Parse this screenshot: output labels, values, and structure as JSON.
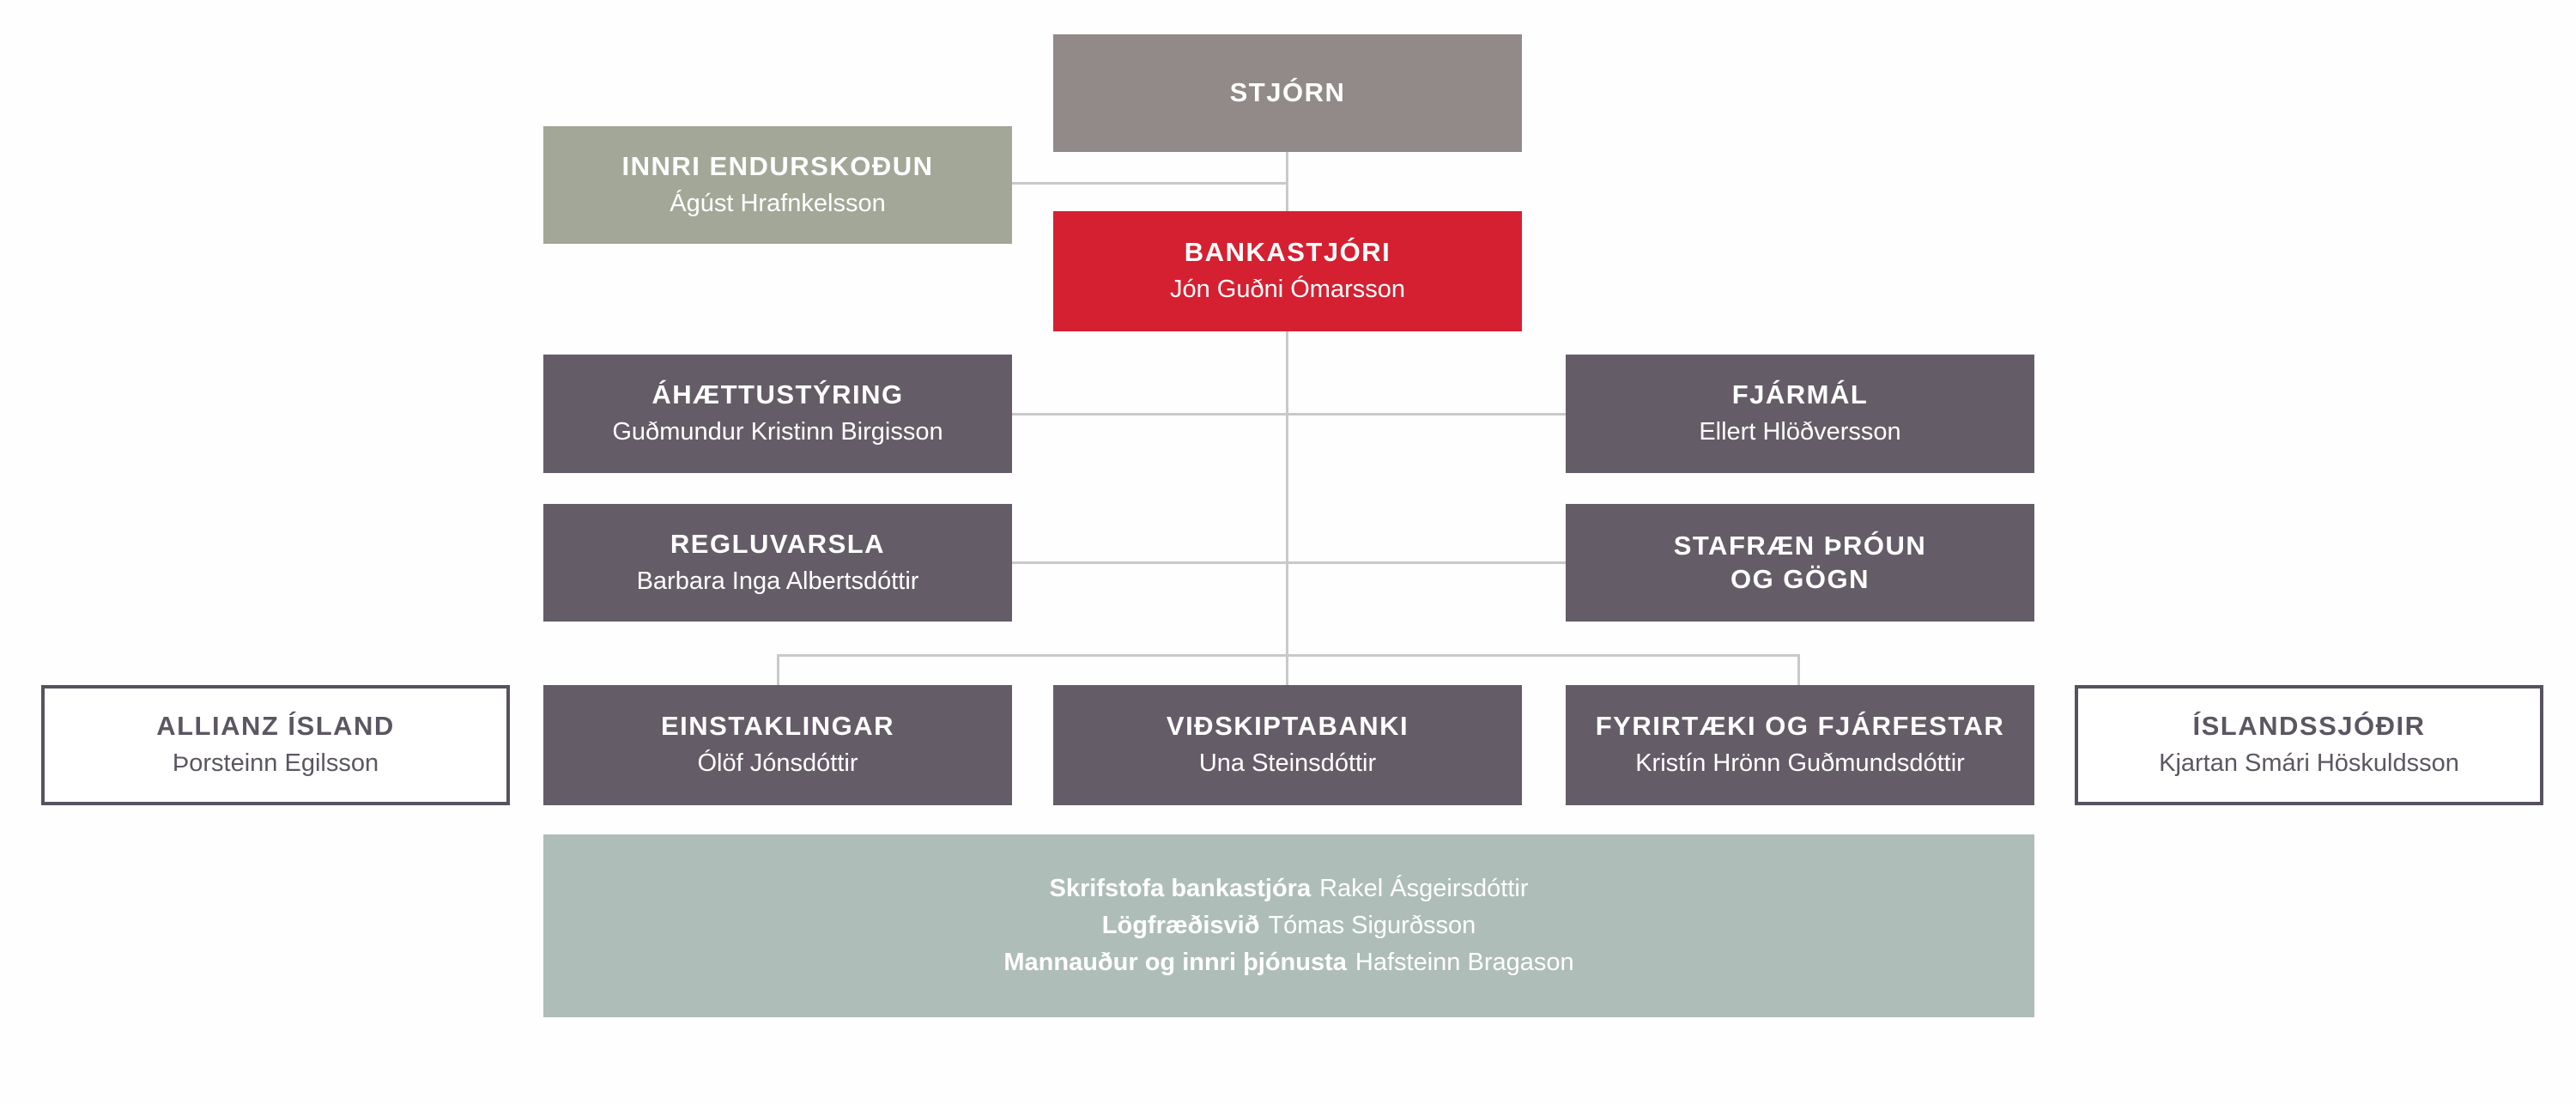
{
  "palette": {
    "board_gray": "#918a88",
    "ceo_red": "#d52031",
    "division_purple": "#645c67",
    "internal_audit_olive": "#a3a798",
    "support_mint": "#aebdb7",
    "outlined_box_border": "#57525e",
    "outlined_box_text": "#5c5662",
    "connector_gray": "#c9c9c9",
    "background": "#fefefe",
    "box_text_white": "#ffffff"
  },
  "org": {
    "stjorn": {
      "title": "STJÓRN"
    },
    "innri": {
      "title": "INNRI ENDURSKOÐUN",
      "name": "Ágúst Hrafnkelsson"
    },
    "bankastjori": {
      "title": "BANKASTJÓRI",
      "name": "Jón Guðni Ómarsson"
    },
    "ahaetta": {
      "title": "ÁHÆTTUSTÝRING",
      "name": "Guðmundur Kristinn Birgisson"
    },
    "fjarmal": {
      "title": "FJÁRMÁL",
      "name": "Ellert Hlöðversson"
    },
    "regluvarsla": {
      "title": "REGLUVARSLA",
      "name": "Barbara Inga Albertsdóttir"
    },
    "stafraen": {
      "title": "STAFRÆN ÞRÓUN\nOG GÖGN"
    },
    "allianz": {
      "title": "ALLIANZ ÍSLAND",
      "name": "Þorsteinn Egilsson"
    },
    "einstaklingar": {
      "title": "EINSTAKLINGAR",
      "name": "Ólöf Jónsdóttir"
    },
    "vidskipta": {
      "title": "VIÐSKIPTABANKI",
      "name": "Una Steinsdóttir"
    },
    "fyrirtaeki": {
      "title": "FYRIRTÆKI OG FJÁRFESTAR",
      "name": "Kristín Hrönn Guðmundsdóttir"
    },
    "islandssjodir": {
      "title": "ÍSLANDSSJÓÐIR",
      "name": "Kjartan Smári Höskuldsson"
    },
    "support": {
      "rows": [
        {
          "label": "Skrifstofa bankastjóra",
          "name": "Rakel Ásgeirsdóttir"
        },
        {
          "label": "Lögfræðisvið",
          "name": "Tómas Sigurðsson"
        },
        {
          "label": "Mannauður og innri þjónusta",
          "name": "Hafsteinn Bragason"
        }
      ]
    }
  }
}
